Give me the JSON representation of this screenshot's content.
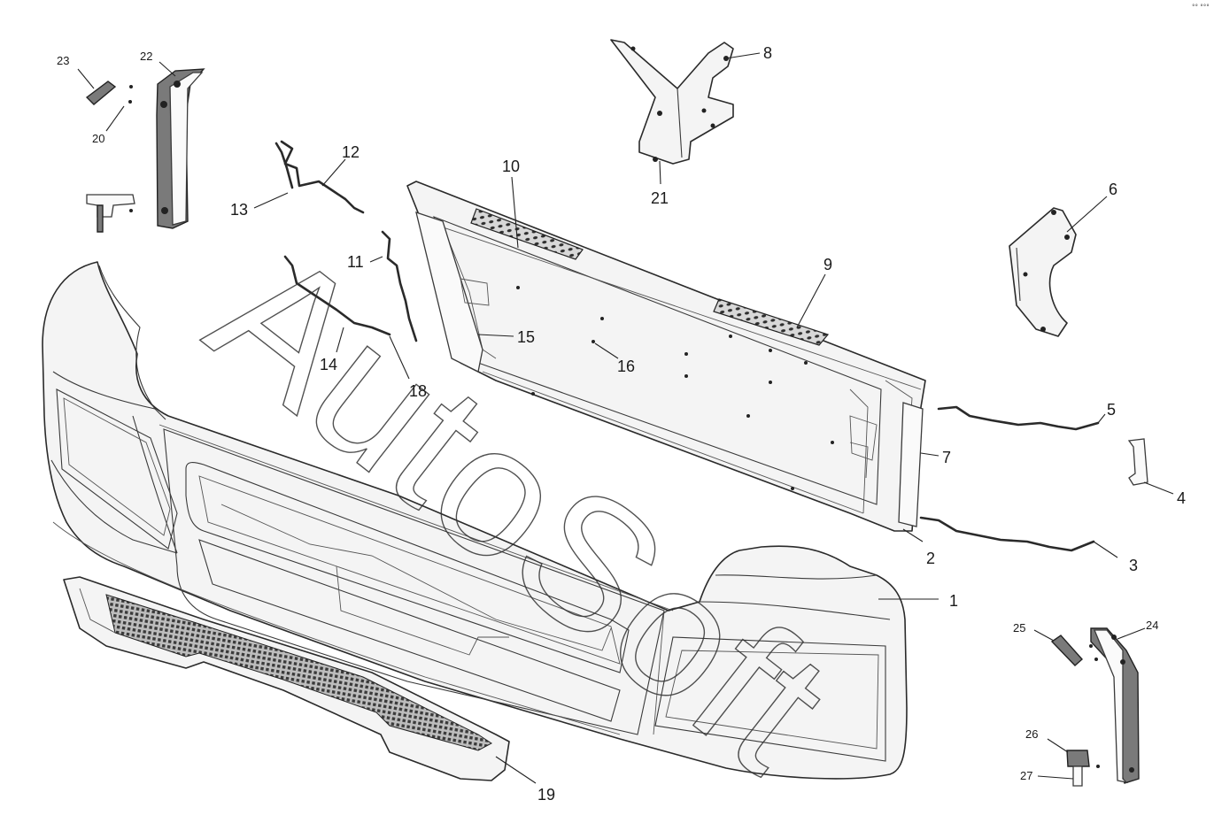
{
  "watermark": "AutoSoft",
  "corner_mark": "°° °°°",
  "callouts": [
    "1",
    "2",
    "3",
    "4",
    "5",
    "6",
    "7",
    "8",
    "9",
    "10",
    "11",
    "12",
    "13",
    "14",
    "15",
    "16",
    "18",
    "19",
    "20",
    "21",
    "22",
    "23",
    "24",
    "25",
    "26",
    "27"
  ]
}
